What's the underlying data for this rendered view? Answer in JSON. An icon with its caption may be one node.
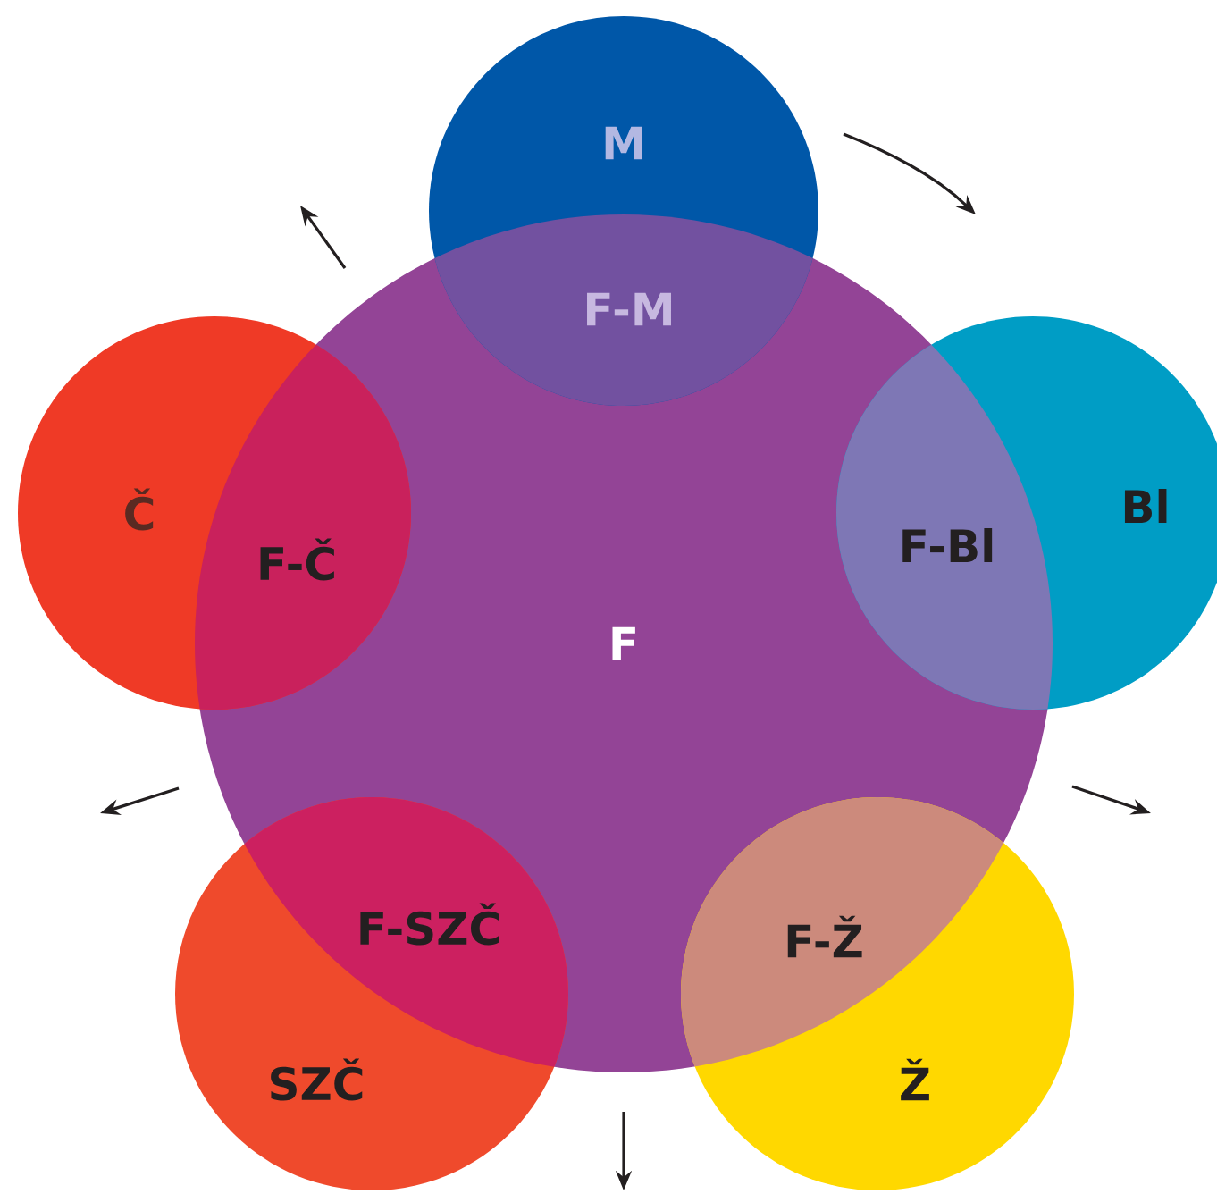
{
  "diagram": {
    "nodes": [
      {
        "text": [
          "F"
        ]
      },
      {
        "text": [
          "M",
          "F-M"
        ]
      },
      {
        "text": [
          "Č",
          "F-Č"
        ]
      },
      {
        "text": [
          "Bl",
          "F-Bl"
        ]
      },
      {
        "text": [
          "F-SZČ",
          "SZČ"
        ]
      },
      {
        "text": [
          "F-Ž",
          "Ž"
        ]
      }
    ]
  }
}
